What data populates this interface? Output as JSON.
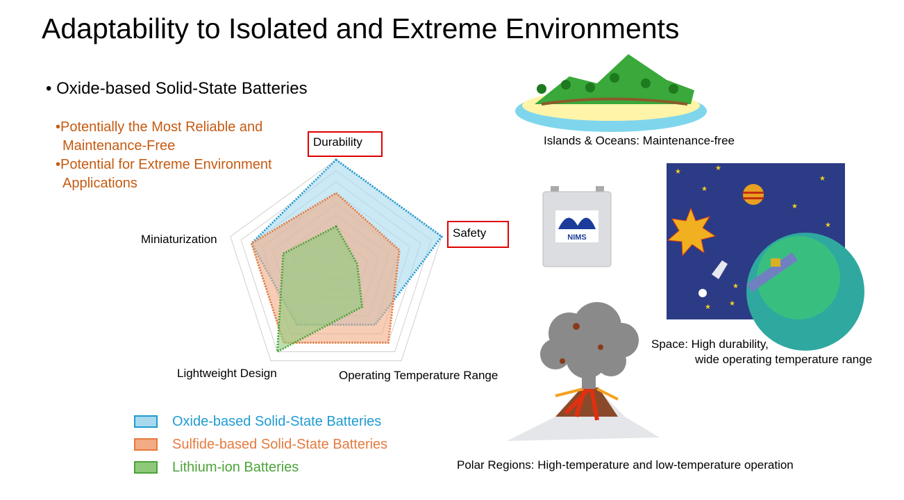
{
  "title": "Adaptability to Isolated and Extreme Environments",
  "bullet": "• Oxide-based Solid-State Batteries",
  "sub_points": [
    "•Potentially the Most Reliable and",
    "Maintenance-Free",
    "•Potential for Extreme Environment",
    "Applications"
  ],
  "chart_data": {
    "type": "radar",
    "axes": [
      "Durability",
      "Safety",
      "Operating Temperature Range",
      "Lightweight Design",
      "Miniaturization"
    ],
    "highlighted_axes": [
      "Durability",
      "Safety"
    ],
    "range": [
      0,
      10
    ],
    "grid": true,
    "series": [
      {
        "name": "Oxide-based Solid-State Batteries",
        "values": [
          10,
          10,
          6,
          6,
          8
        ],
        "color": "#1f9bd1",
        "fill": "#a8d8ee"
      },
      {
        "name": "Sulfide-based Solid-State Batteries",
        "values": [
          7,
          6,
          8,
          8,
          8
        ],
        "color": "#e57a3e",
        "fill": "#f2ab85"
      },
      {
        "name": "Lithium-ion Batteries",
        "values": [
          4,
          2,
          4,
          9,
          5
        ],
        "color": "#4ca33a",
        "fill": "#8ec97a"
      }
    ],
    "legend_position": "bottom-left"
  },
  "captions": {
    "islands": "Islands & Oceans: Maintenance-free",
    "space_1": "Space: High durability,",
    "space_2": "wide operating temperature range",
    "polar": "Polar Regions: High-temperature and low-temperature operation",
    "battery_logo": "NIMS"
  }
}
